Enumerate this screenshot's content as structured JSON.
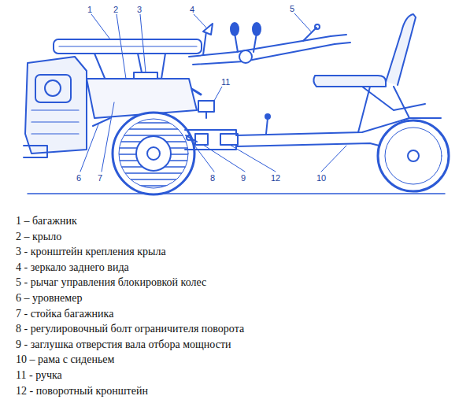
{
  "diagram": {
    "labels": [
      "1",
      "2",
      "3",
      "4",
      "5",
      "11",
      "6",
      "7",
      "8",
      "9",
      "12",
      "10",
      "1 – багажник",
      "2 – крыло",
      "3 - кронштейн крепления крыла",
      "4 - зеркало заднего вида",
      "5 - рычаг управления блокировкой колес",
      "6 – уровнемер",
      "7 - стойка багажника",
      "8 - регулировочный болт ограничителя поворота",
      "9 - заглушка отверстия вала отбора мощности",
      "10 – рама с сиденьем",
      "11 - ручка",
      "12 - поворотный кронштейн"
    ]
  }
}
